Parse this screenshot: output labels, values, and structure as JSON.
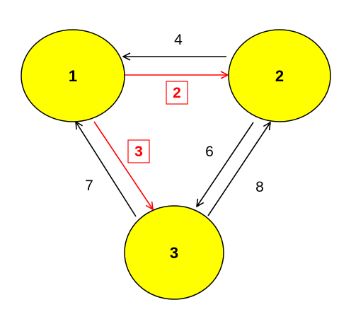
{
  "colors": {
    "node_fill": "#ffff00",
    "node_stroke": "#000000",
    "edge_default": "#000000",
    "edge_highlight": "#ff0000",
    "label_box": "#ff0000",
    "background": "#ffffff"
  },
  "nodes": [
    {
      "id": "1",
      "label": "1"
    },
    {
      "id": "2",
      "label": "2"
    },
    {
      "id": "3",
      "label": "3"
    }
  ],
  "edges": [
    {
      "from": "2",
      "to": "1",
      "label": "4",
      "highlighted": false,
      "boxed": false
    },
    {
      "from": "1",
      "to": "2",
      "label": "2",
      "highlighted": true,
      "boxed": true
    },
    {
      "from": "1",
      "to": "3",
      "label": "3",
      "highlighted": true,
      "boxed": true
    },
    {
      "from": "3",
      "to": "1",
      "label": "7",
      "highlighted": false,
      "boxed": false
    },
    {
      "from": "2",
      "to": "3",
      "label": "6",
      "highlighted": false,
      "boxed": false
    },
    {
      "from": "3",
      "to": "2",
      "label": "8",
      "highlighted": false,
      "boxed": false
    }
  ]
}
